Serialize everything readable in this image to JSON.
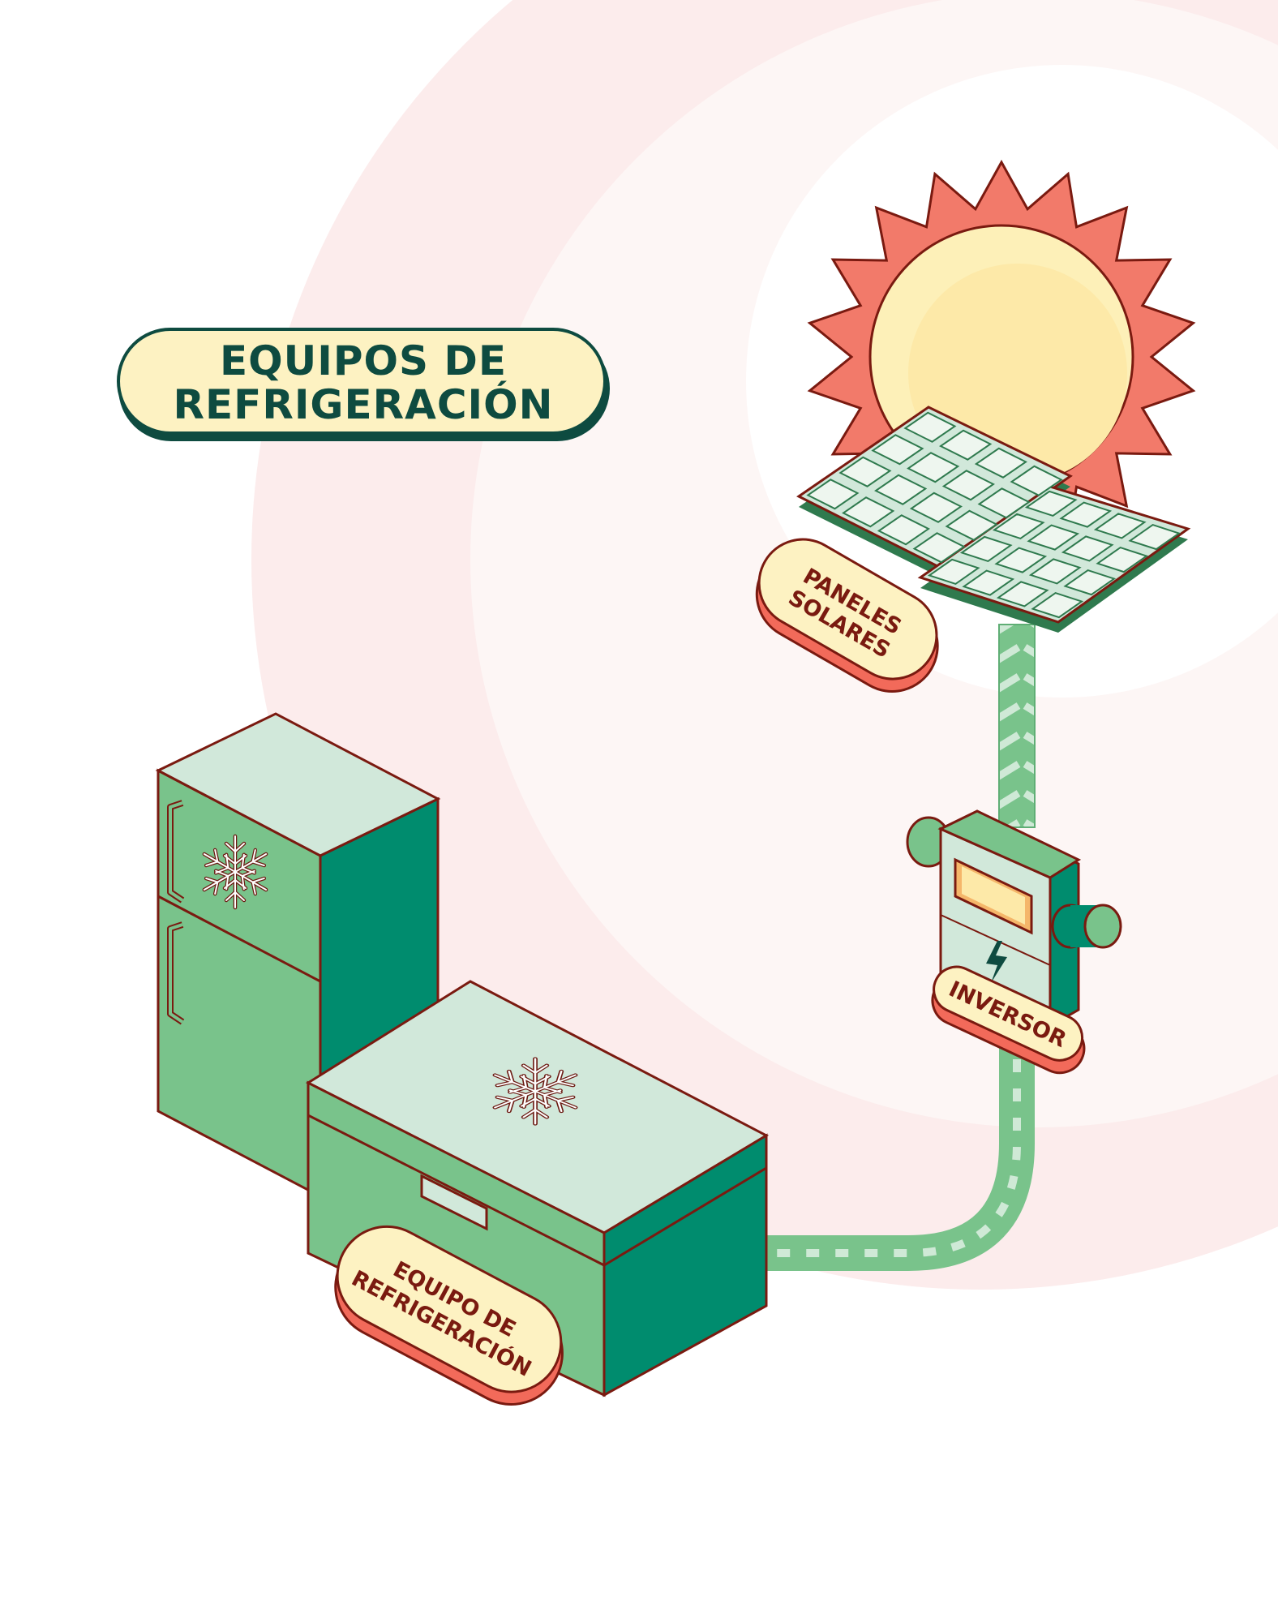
{
  "title": {
    "line1": "EQUIPOS DE",
    "line2": "REFRIGERACIÓN"
  },
  "labels": {
    "solar": {
      "line1": "PANELES",
      "line2": "SOLARES"
    },
    "inverter": {
      "line1": "INVERSOR"
    },
    "equipment": {
      "line1": "EQUIPO DE",
      "line2": "REFRIGERACIÓN"
    }
  },
  "icons": [
    "sun-icon",
    "solar-panel-icon",
    "inverter-icon",
    "lightning-icon",
    "snowflake-icon",
    "refrigerator-icon",
    "chest-freezer-icon",
    "cable-arrow-icon"
  ],
  "colors": {
    "sun_rays": "#f27a6a",
    "sun_core": "#fdf0b8",
    "dark_green": "#008c6e",
    "mid_green": "#79c38b",
    "light_green": "#d1e8da",
    "label_bg": "#fdf2c2",
    "label_shadow": "#f26a5a",
    "outline": "#7a1a10",
    "background_rings": "#fdeeee"
  }
}
